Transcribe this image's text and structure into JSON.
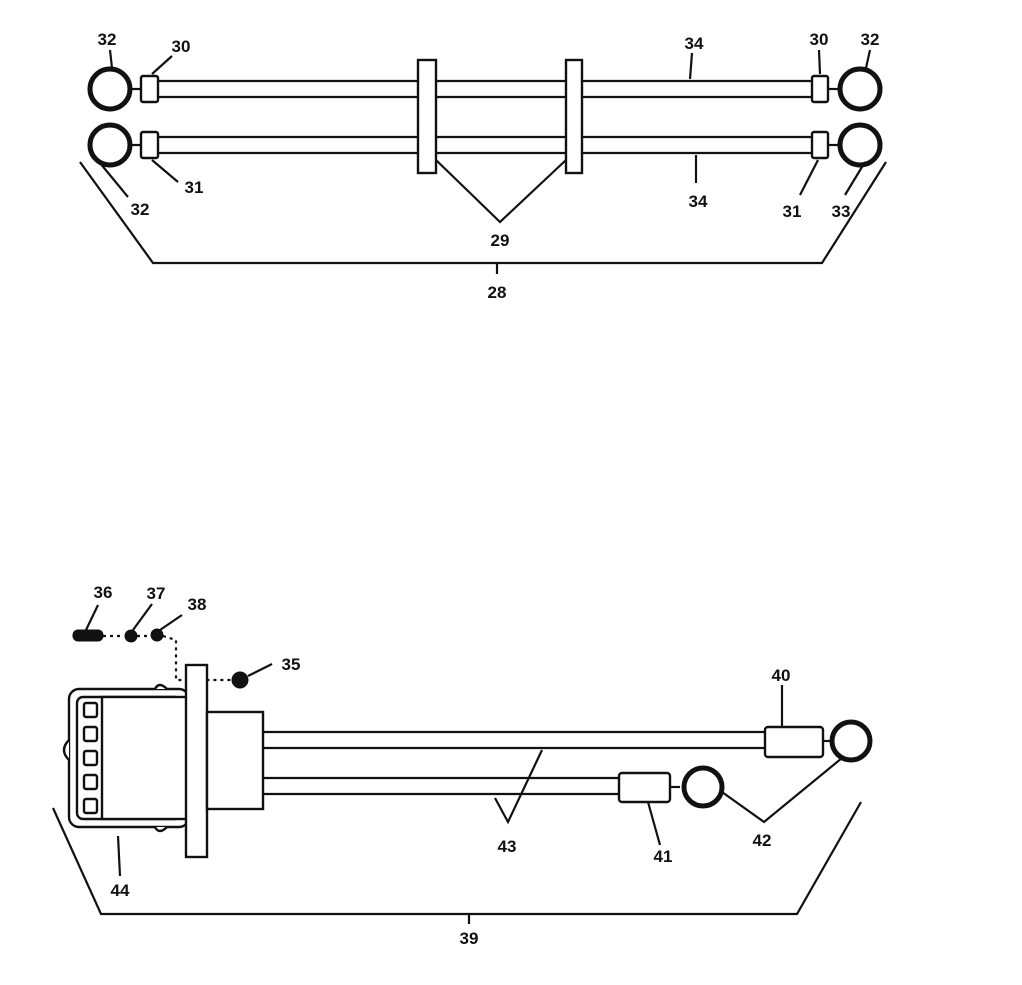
{
  "upper_assembly": {
    "callouts": {
      "c32_tl": "32",
      "c30_tl": "30",
      "c34_top": "34",
      "c30_tr": "30",
      "c32_tr": "32",
      "c32_bl": "32",
      "c31_bl": "31",
      "c29": "29",
      "c34_bot": "34",
      "c31_br": "31",
      "c33_br": "33",
      "c28": "28"
    }
  },
  "lower_assembly": {
    "callouts": {
      "c36": "36",
      "c37": "37",
      "c38": "38",
      "c35": "35",
      "c40": "40",
      "c43": "43",
      "c41": "41",
      "c42": "42",
      "c44": "44",
      "c39": "39"
    }
  }
}
